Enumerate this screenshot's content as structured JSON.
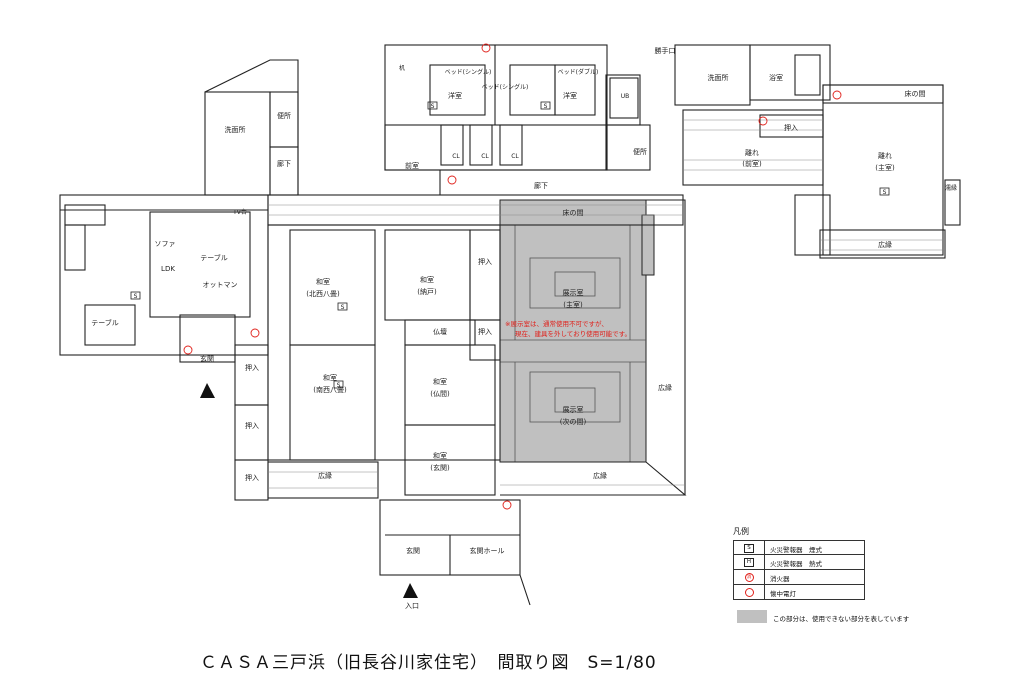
{
  "title": "ＣＡＳＡ三戸浜（旧長谷川家住宅）　間取り図　S=1/80",
  "rooms": {
    "youshitsu_a": "洋室",
    "youshitsu_b": "洋室",
    "bed_single_a": "ベッド(シングル)",
    "bed_single_b": "ベッド(シングル)",
    "bed_double": "ベッド(ダブル)",
    "tsukue": "机",
    "zenshitsu": "前室",
    "cl1": "CL",
    "cl2": "CL",
    "cl3": "CL",
    "benjo_top": "便所",
    "ub": "UB",
    "benjo_left": "便所",
    "senmenjo_left": "洗面所",
    "rouka_left": "廊下",
    "katteguchi": "勝手口",
    "senmenjo_right": "洗面所",
    "yokushitsu": "浴室",
    "toko_right": "床の間",
    "oshiire_right": "押入",
    "hanare_zenshitsu": "離れ\n(前室)",
    "hanare_shushitsu": "離れ\n(主室)",
    "nureen": "濡縁",
    "hiroen_right": "広縁",
    "rouka_main": "廊下",
    "tv": "TV台",
    "sofa": "ソファ",
    "table_small": "テーブル",
    "ldk": "LDK",
    "ottoman": "オットマン",
    "table_dining": "テーブル",
    "genkan_left": "玄関",
    "washitsu_hokusei": "和室\n(北西八畳)",
    "washitsu_nando": "和室\n(納戸)",
    "oshiire_a": "押入",
    "butsudan": "仏壇",
    "oshiire_b": "押入",
    "toko_main": "床の間",
    "tenji_shushitsu": "展示室\n(主室)",
    "tenji_tsuginoma": "展示室\n(次の間)",
    "note_line1": "※展示室は、通常使用不可ですが、",
    "note_line2": "現在、建具を外しており使用可能です。",
    "oshiire_c": "押入",
    "oshiire_d": "押入",
    "oshiire_e": "押入",
    "washitsu_nansei": "和室\n(南西八畳)",
    "washitsu_butsuma": "和室\n(仏間)",
    "washitsu_genkan": "和室\n(玄関)",
    "hiroen_east": "広縁",
    "hiroen_south": "広縁",
    "hiroen_sw": "広縁",
    "genkan_bottom": "玄関",
    "genkan_hall": "玄関ホール",
    "iriguchi": "入口"
  },
  "legend": {
    "heading": "凡例",
    "items": [
      {
        "symbol": "S",
        "text": "火災警報器　煙式",
        "kind": "box"
      },
      {
        "symbol": "H",
        "text": "火災警報器　熱式",
        "kind": "box"
      },
      {
        "symbol": "消",
        "text": "消火器",
        "kind": "circle"
      },
      {
        "symbol": "",
        "text": "懐中電灯",
        "kind": "circle"
      }
    ],
    "gray_note": "この部分は、使用できない部分を表しています"
  },
  "colors": {
    "line": "#222222",
    "unusable": "#c0c0c0",
    "alarm_red": "#e0201a"
  }
}
